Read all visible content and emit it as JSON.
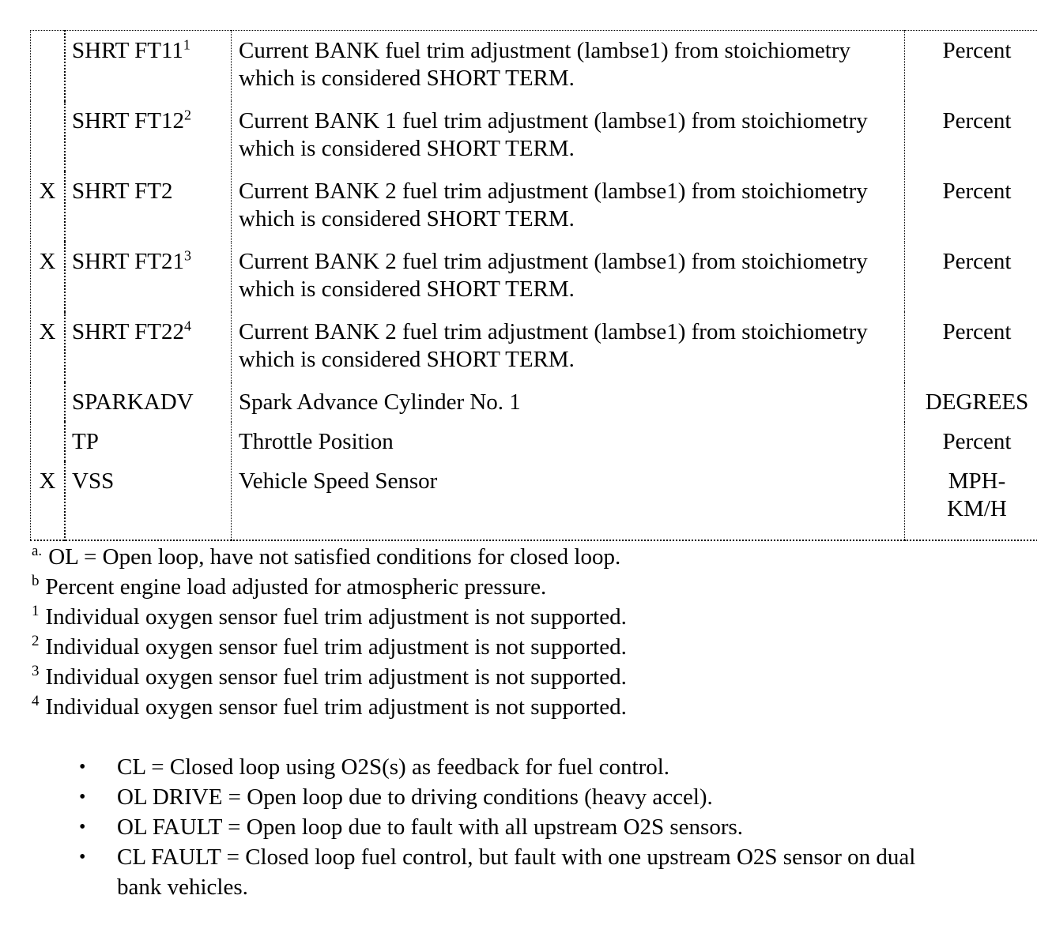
{
  "page": {
    "background": "#ffffff",
    "text_color": "#000000"
  },
  "table": {
    "rows": [
      {
        "x": "",
        "name": "SHRT FT11",
        "sup": "1",
        "desc": "Current BANK fuel trim adjustment (lambse1) from stoichiometry which is considered SHORT TERM.",
        "unit": "Percent"
      },
      {
        "x": "",
        "name": "SHRT FT12",
        "sup": "2",
        "desc": "Current BANK 1 fuel trim adjustment (lambse1) from stoichiometry which is considered SHORT TERM.",
        "unit": "Percent"
      },
      {
        "x": "X",
        "name": "SHRT FT2",
        "sup": "",
        "desc": "Current BANK 2 fuel trim adjustment (lambse1) from stoichiometry which is considered SHORT TERM.",
        "unit": "Percent"
      },
      {
        "x": "X",
        "name": "SHRT FT21",
        "sup": "3",
        "desc": "Current BANK 2 fuel trim adjustment (lambse1) from stoichiometry which is considered SHORT TERM.",
        "unit": "Percent"
      },
      {
        "x": "X",
        "name": "SHRT FT22",
        "sup": "4",
        "desc": "Current BANK 2 fuel trim adjustment (lambse1) from stoichiometry which is considered SHORT TERM.",
        "unit": "Percent"
      },
      {
        "x": "",
        "name": "SPARKADV",
        "sup": "",
        "desc": "Spark Advance Cylinder No. 1",
        "unit": "DEGREES"
      },
      {
        "x": "",
        "name": "TP",
        "sup": "",
        "desc": "Throttle Position",
        "unit": "Percent"
      },
      {
        "x": "X",
        "name": "VSS",
        "sup": "",
        "desc": "Vehicle Speed Sensor",
        "unit": "MPH-\nKM/H"
      }
    ]
  },
  "footnotes": [
    {
      "marker": "a.",
      "text": "OL = Open loop, have not satisfied conditions for closed loop."
    },
    {
      "marker": "b",
      "text": "Percent engine load adjusted for atmospheric pressure."
    },
    {
      "marker": "1",
      "text": "Individual oxygen sensor fuel trim adjustment is not supported."
    },
    {
      "marker": "2",
      "text": "Individual oxygen sensor fuel trim adjustment is not supported."
    },
    {
      "marker": "3",
      "text": "Individual oxygen sensor fuel trim adjustment is not supported."
    },
    {
      "marker": "4",
      "text": "Individual oxygen sensor fuel trim adjustment is not supported."
    }
  ],
  "bullets": {
    "glyph": "•",
    "items": [
      "CL = Closed loop using O2S(s) as feedback for fuel control.",
      "OL DRIVE = Open loop due to driving conditions (heavy accel).",
      "OL FAULT = Open loop due to fault with all upstream O2S sensors.",
      "CL FAULT = Closed loop fuel control, but fault with one upstream O2S sensor on dual bank vehicles."
    ]
  }
}
